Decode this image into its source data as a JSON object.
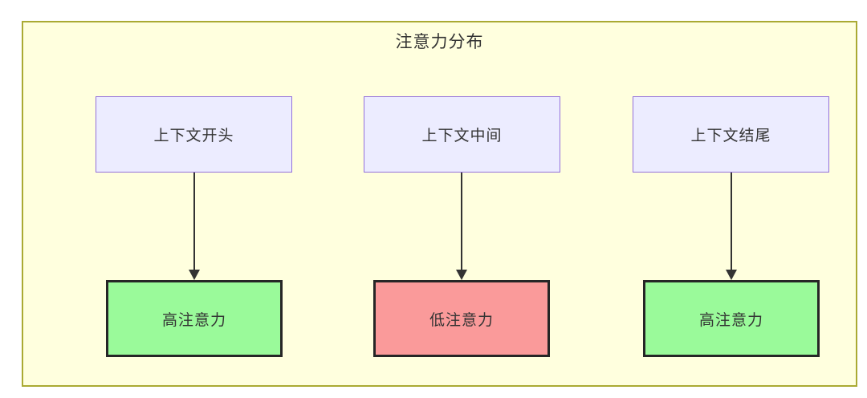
{
  "diagram": {
    "title": "注意力分布",
    "columns": [
      {
        "source": "上下文开头",
        "target": "高注意力",
        "target_level": "high"
      },
      {
        "source": "上下文中间",
        "target": "低注意力",
        "target_level": "low"
      },
      {
        "source": "上下文结尾",
        "target": "高注意力",
        "target_level": "high"
      }
    ],
    "colors": {
      "cluster_fill": "#ffffde",
      "cluster_border": "#aaaa33",
      "source_node_fill": "#ececff",
      "source_node_border": "#9370db",
      "high_attention_fill": "#9afa9a",
      "low_attention_fill": "#fa9a9a",
      "result_node_border": "#262626",
      "arrow": "#333333",
      "text": "#333333"
    }
  }
}
